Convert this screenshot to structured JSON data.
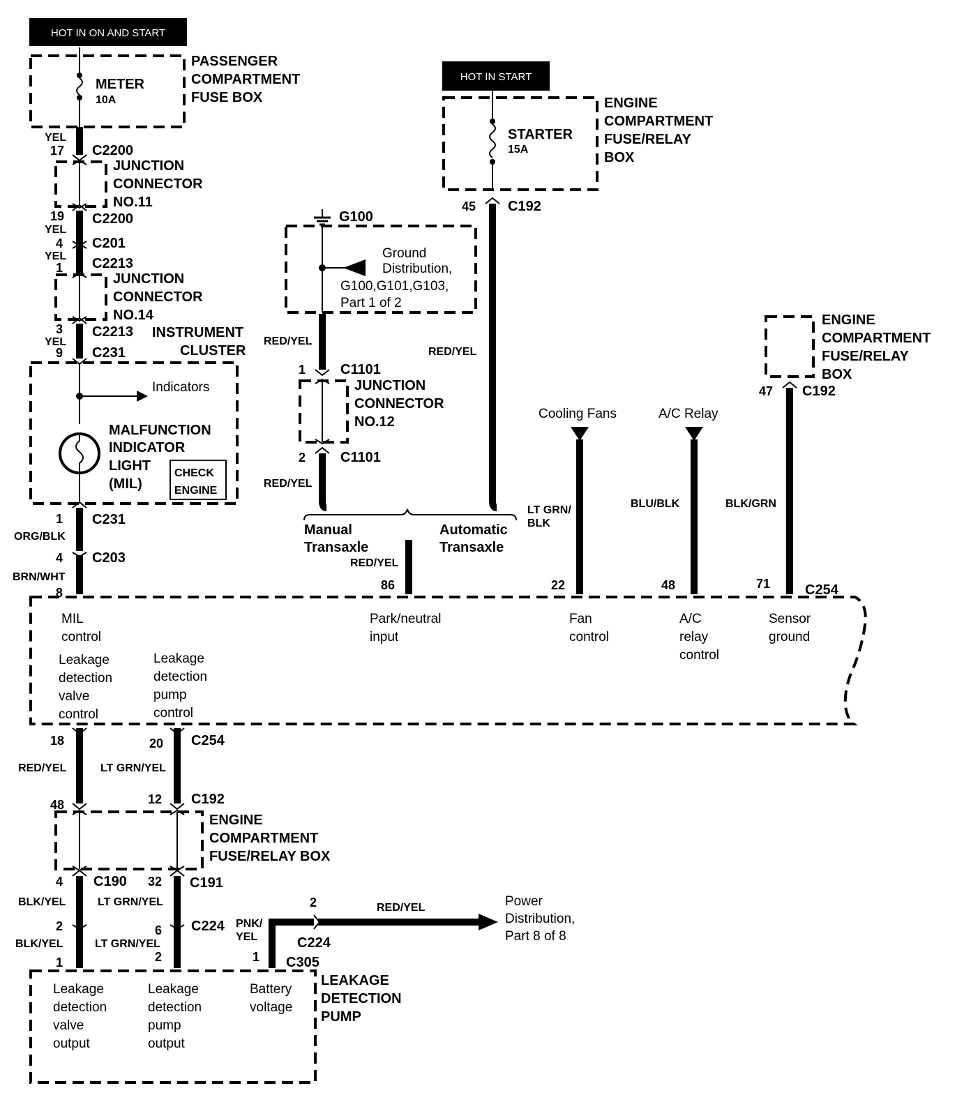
{
  "hot_labels": {
    "on_start": "HOT IN ON AND START",
    "start": "HOT IN START"
  },
  "fuses": {
    "meter_name": "METER",
    "meter_rating": "10A",
    "starter_name": "STARTER",
    "starter_rating": "15A"
  },
  "boxes": {
    "passenger_fuse_box": [
      "PASSENGER",
      "COMPARTMENT",
      "FUSE BOX"
    ],
    "engine_fuse_relay_box_top": [
      "ENGINE",
      "COMPARTMENT",
      "FUSE/RELAY",
      "BOX"
    ],
    "engine_fuse_relay_box_right": [
      "ENGINE",
      "COMPARTMENT",
      "FUSE/RELAY",
      "BOX"
    ],
    "engine_fuse_relay_box_bottom": [
      "ENGINE",
      "COMPARTMENT",
      "FUSE/RELAY BOX"
    ],
    "junction_11": [
      "JUNCTION",
      "CONNECTOR",
      "NO.11"
    ],
    "junction_14": [
      "JUNCTION",
      "CONNECTOR",
      "NO.14"
    ],
    "junction_12": [
      "JUNCTION",
      "CONNECTOR",
      "NO.12"
    ],
    "instrument_cluster": [
      "INSTRUMENT",
      "CLUSTER"
    ],
    "leakage_pump": [
      "LEAKAGE",
      "DETECTION",
      "PUMP"
    ]
  },
  "cluster": {
    "indicators": "Indicators",
    "mil": [
      "MALFUNCTION",
      "INDICATOR",
      "LIGHT",
      "(MIL)"
    ],
    "check_engine": [
      "CHECK",
      "ENGINE"
    ]
  },
  "ground": {
    "label": "G100",
    "distribution": [
      "Ground",
      "Distribution,",
      "G100,G101,G103,",
      "Part 1 of 2"
    ]
  },
  "connectors": {
    "c2200": "C2200",
    "c201": "C201",
    "c2213": "C2213",
    "c231": "C231",
    "c203": "C203",
    "c192": "C192",
    "c1101": "C1101",
    "c254": "C254",
    "c190": "C190",
    "c191": "C191",
    "c224": "C224",
    "c305": "C305"
  },
  "pins": {
    "p17": "17",
    "p19": "19",
    "p4a": "4",
    "p1a": "1",
    "p3": "3",
    "p9": "9",
    "p1b": "1",
    "p4b": "4",
    "p8": "8",
    "p45": "45",
    "p1c": "1",
    "p2a": "2",
    "p47": "47",
    "p86": "86",
    "p22": "22",
    "p48a": "48",
    "p71": "71",
    "p18": "18",
    "p20": "20",
    "p48b": "48",
    "p12": "12",
    "p4c": "4",
    "p32": "32",
    "p2b": "2",
    "p6": "6",
    "p2c": "2",
    "p1d": "1",
    "p2d": "2",
    "p1e": "1"
  },
  "wires": {
    "yel1": "YEL",
    "yel2": "YEL",
    "yel3": "YEL",
    "yel4": "YEL",
    "org_blk": "ORG/BLK",
    "brn_wht": "BRN/WHT",
    "red_yel_a": "RED/YEL",
    "red_yel_b": "RED/YEL",
    "red_yel_c": "RED/YEL",
    "red_yel_d": "RED/YEL",
    "red_yel_e": "RED/YEL",
    "red_yel_f": "RED/YEL",
    "lt_grn_blk": [
      "LT GRN/",
      "BLK"
    ],
    "blu_blk": "BLU/BLK",
    "blk_grn": "BLK/GRN",
    "lt_grn_yel_a": "LT GRN/YEL",
    "lt_grn_yel_b": "LT GRN/YEL",
    "lt_grn_yel_c": "LT GRN/YEL",
    "blk_yel_a": "BLK/YEL",
    "blk_yel_b": "BLK/YEL",
    "pnk_yel": [
      "PNK/",
      "YEL"
    ]
  },
  "transaxle": {
    "manual": [
      "Manual",
      "Transaxle"
    ],
    "automatic": [
      "Automatic",
      "Transaxle"
    ]
  },
  "loads": {
    "cooling_fans": "Cooling Fans",
    "ac_relay": "A/C Relay"
  },
  "pcm": {
    "mil_control": [
      "MIL",
      "control"
    ],
    "leak_valve_control": [
      "Leakage",
      "detection",
      "valve",
      "control"
    ],
    "leak_pump_control": [
      "Leakage",
      "detection",
      "pump",
      "control"
    ],
    "park_neutral": [
      "Park/neutral",
      "input"
    ],
    "fan_control": [
      "Fan",
      "control"
    ],
    "ac_relay_control": [
      "A/C",
      "relay",
      "control"
    ],
    "sensor_ground": [
      "Sensor",
      "ground"
    ]
  },
  "pump": {
    "valve_output": [
      "Leakage",
      "detection",
      "valve",
      "output"
    ],
    "pump_output": [
      "Leakage",
      "detection",
      "pump",
      "output"
    ],
    "battery": [
      "Battery",
      "voltage"
    ]
  },
  "power_dist": [
    "Power",
    "Distribution,",
    "Part 8 of 8"
  ]
}
